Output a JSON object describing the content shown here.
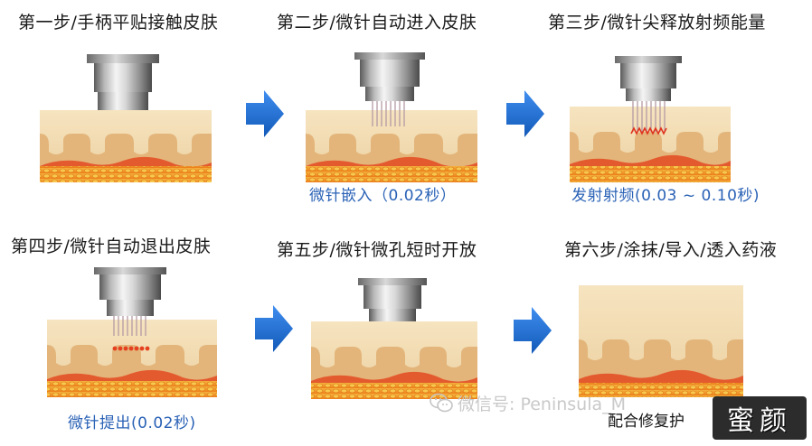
{
  "steps": [
    {
      "title": "第一步/手柄平贴接触皮肤",
      "caption": ""
    },
    {
      "title": "第二步/微针自动进入皮肤",
      "caption": "微针嵌入（0.02秒）"
    },
    {
      "title": "第三步/微针尖释放射频能量",
      "caption": "发射射频(0.03 ~ 0.10秒)"
    },
    {
      "title": "第四步/微针自动退出皮肤",
      "caption": "微针提出(0.02秒)"
    },
    {
      "title": "第五步/微针微孔短时开放",
      "caption": ""
    },
    {
      "title": "第六步/涂抹/导入/透入药液",
      "caption": ""
    }
  ],
  "watermark": "微信号: Peninsula_M",
  "footer_label": "配合修复护",
  "brand": "蜜颜",
  "colors": {
    "caption_blue": "#2a62b6",
    "arrow_blue": "#1a6fd1",
    "skin_light": "#f3dcb0",
    "skin_dermis": "#e2b77c",
    "fat_orange": "#f08a1c",
    "rf_red": "#e0341f"
  }
}
